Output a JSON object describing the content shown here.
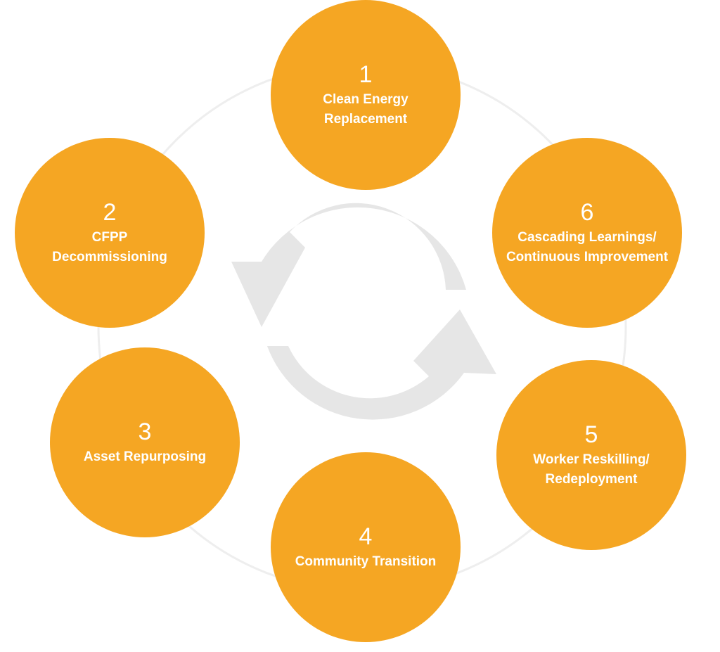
{
  "colors": {
    "node_fill": "#f5a623",
    "node_text": "#ffffff",
    "ring": "#eeeeee",
    "arrows": "#e6e6e6"
  },
  "center_icon": "refresh-cycle-arrows-icon",
  "steps": [
    {
      "number": "1",
      "label": "Clean Energy Replacement"
    },
    {
      "number": "2",
      "label": "CFPP Decommissioning"
    },
    {
      "number": "3",
      "label": "Asset Repurposing"
    },
    {
      "number": "4",
      "label": "Community Transition"
    },
    {
      "number": "5",
      "label": "Worker Reskilling/ Redeployment"
    },
    {
      "number": "6",
      "label": "Cascading Learnings/ Continuous Improvement"
    }
  ]
}
